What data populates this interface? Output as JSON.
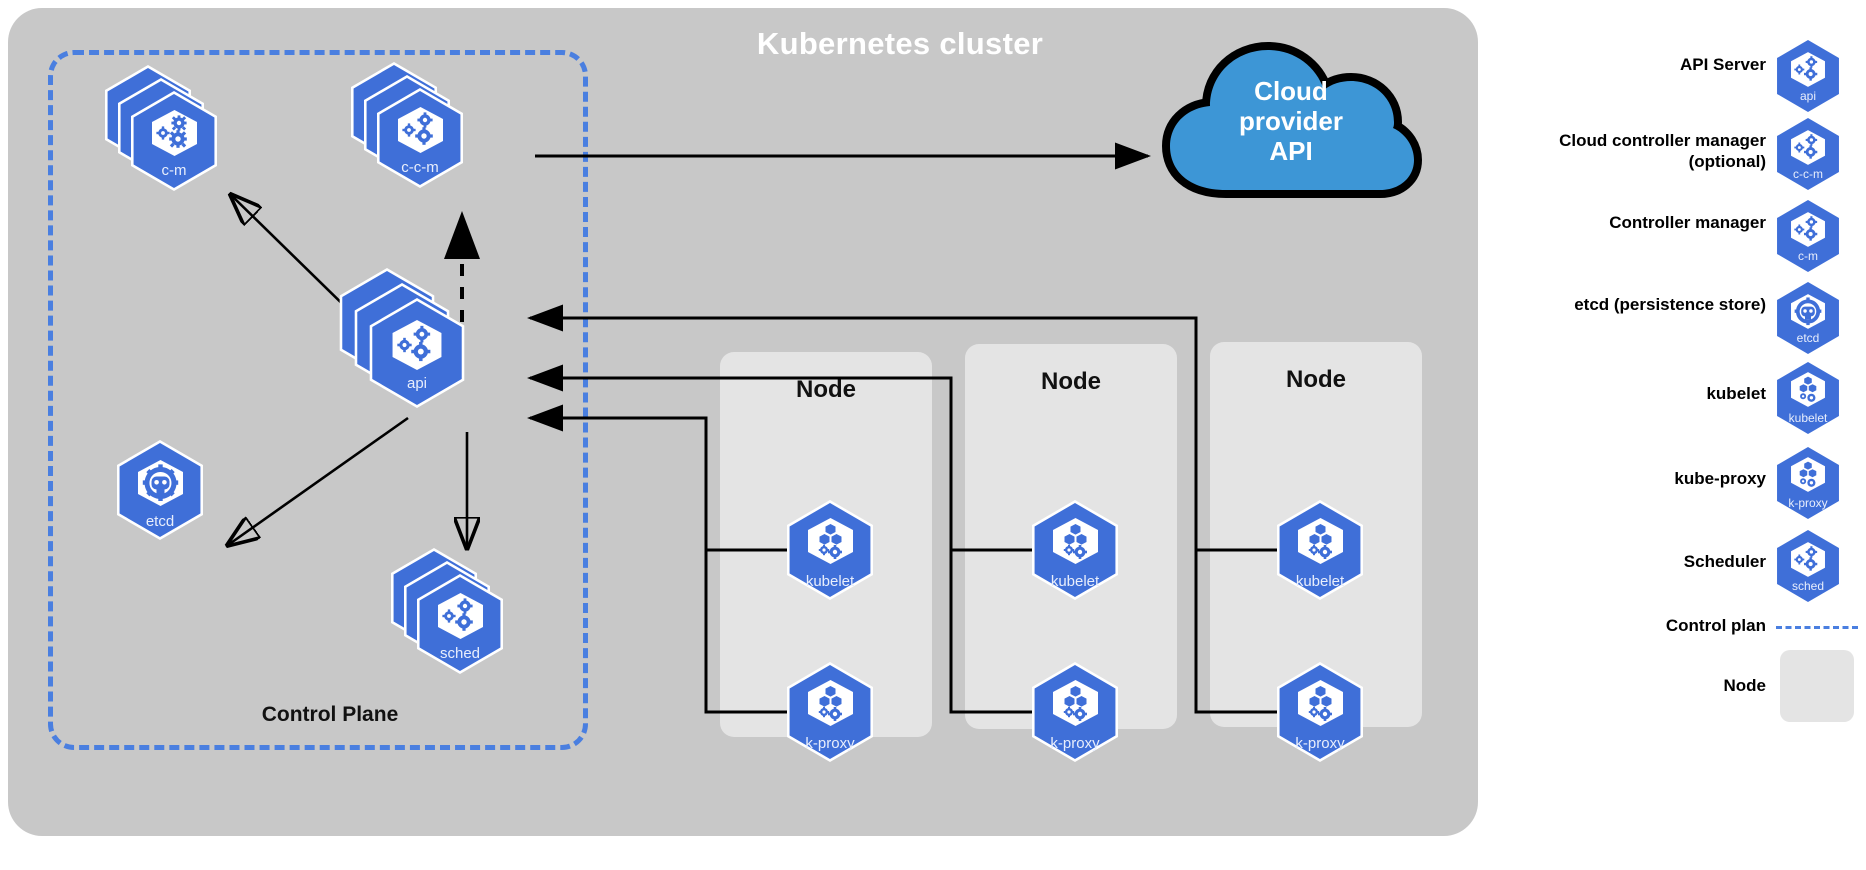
{
  "cluster": {
    "title": "Kubernetes cluster",
    "bg_color": "#c8c8c8",
    "control_plane": {
      "label": "Control Plane",
      "border_color": "#4a7fe0"
    }
  },
  "cloud": {
    "label": "Cloud provider API",
    "line1": "Cloud",
    "line2": "provider",
    "line3": "API",
    "fill_color": "#3d96d6",
    "stroke_color": "#000000"
  },
  "control_plane_components": [
    {
      "id": "c-m",
      "label": "c-m",
      "icon": "gears-icon",
      "stacked": true
    },
    {
      "id": "c-c-m",
      "label": "c-c-m",
      "icon": "gears-icon",
      "stacked": true
    },
    {
      "id": "api",
      "label": "api",
      "icon": "gears-icon",
      "stacked": true
    },
    {
      "id": "etcd",
      "label": "etcd",
      "icon": "etcd-icon",
      "stacked": false
    },
    {
      "id": "sched",
      "label": "sched",
      "icon": "gears-icon",
      "stacked": true
    }
  ],
  "nodes": [
    {
      "title": "Node",
      "components": [
        {
          "label": "kubelet",
          "icon": "kubelet-icon"
        },
        {
          "label": "k-proxy",
          "icon": "kproxy-icon"
        }
      ]
    },
    {
      "title": "Node",
      "components": [
        {
          "label": "kubelet",
          "icon": "kubelet-icon"
        },
        {
          "label": "k-proxy",
          "icon": "kproxy-icon"
        }
      ]
    },
    {
      "title": "Node",
      "components": [
        {
          "label": "kubelet",
          "icon": "kubelet-icon"
        },
        {
          "label": "k-proxy",
          "icon": "kproxy-icon"
        }
      ]
    }
  ],
  "legend": {
    "items": [
      {
        "label": "API Server",
        "icon_label": "api",
        "icon": "gears-icon",
        "swatch": "icon"
      },
      {
        "label": "Cloud controller manager (optional)",
        "icon_label": "c-c-m",
        "icon": "gears-icon",
        "swatch": "icon"
      },
      {
        "label": "Controller manager",
        "icon_label": "c-m",
        "icon": "gears-icon",
        "swatch": "icon"
      },
      {
        "label": "etcd (persistence store)",
        "icon_label": "etcd",
        "icon": "etcd-icon",
        "swatch": "icon"
      },
      {
        "label": "kubelet",
        "icon_label": "kubelet",
        "icon": "kubelet-icon",
        "swatch": "icon"
      },
      {
        "label": "kube-proxy",
        "icon_label": "k-proxy",
        "icon": "kproxy-icon",
        "swatch": "icon"
      },
      {
        "label": "Scheduler",
        "icon_label": "sched",
        "icon": "gears-icon",
        "swatch": "icon"
      },
      {
        "label": "Control plan",
        "icon_label": "",
        "icon": "dashed-line",
        "swatch": "dash"
      },
      {
        "label": "Node",
        "icon_label": "",
        "icon": "node-swatch",
        "swatch": "box"
      }
    ]
  },
  "colors": {
    "k8s_blue": "#3f6fd8",
    "cloud_blue": "#3d96d6",
    "cluster_gray": "#c8c8c8",
    "node_gray": "#e4e4e4",
    "dash_blue": "#4a7fe0"
  }
}
